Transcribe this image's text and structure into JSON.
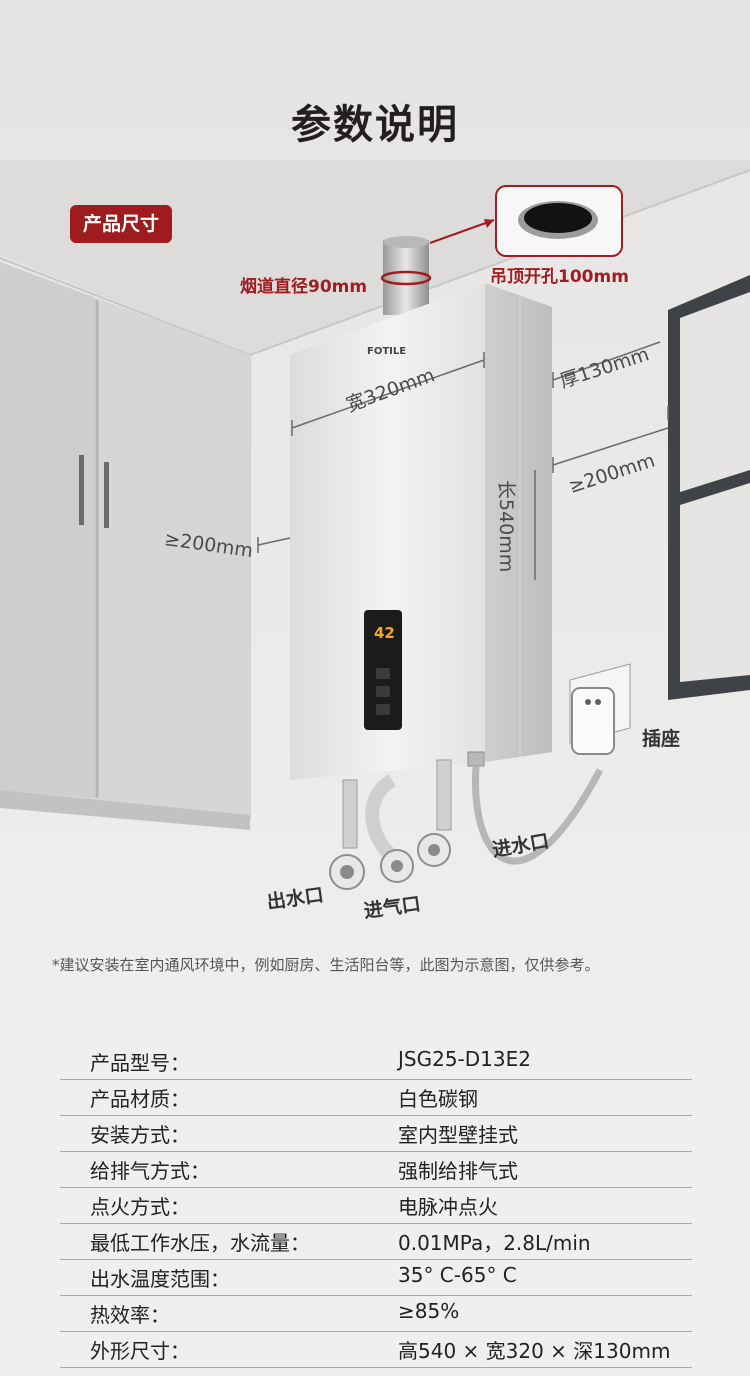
{
  "header": {
    "title": "参数说明",
    "section_badge": "产品尺寸"
  },
  "illustration": {
    "brand_logo": "FOTILE",
    "display_reading": "42",
    "flue_label": "烟道直径90mm",
    "ceiling_hole_label": "吊顶开孔100mm",
    "width_label": "宽320mm",
    "depth_label": "厚130mm",
    "length_label": "长540mm",
    "clearance_right_label": "≥200mm",
    "clearance_left_label": "≥200mm",
    "socket_label": "插座",
    "water_inlet_label": "进水口",
    "water_outlet_label": "出水口",
    "gas_inlet_label": "进气口",
    "install_note": "*建议安装在室内通风环境中，例如厨房、生活阳台等，此图为示意图，仅供参考。"
  },
  "specs": {
    "rows": [
      {
        "label": "产品型号：",
        "value": "JSG25-D13E2"
      },
      {
        "label": "产品材质：",
        "value": "白色碳钢"
      },
      {
        "label": "安装方式：",
        "value": "室内型壁挂式"
      },
      {
        "label": "给排气方式：",
        "value": "强制给排气式"
      },
      {
        "label": "点火方式：",
        "value": "电脉冲点火"
      },
      {
        "label": "最低工作水压，水流量：",
        "value": "0.01MPa，2.8L/min"
      },
      {
        "label": "出水温度范围：",
        "value": "35° C-65° C"
      },
      {
        "label": "热效率：",
        "value": "≥85%"
      },
      {
        "label": "外形尺寸：",
        "value": "高540 × 宽320 × 深130mm"
      }
    ]
  },
  "colors": {
    "accent_red": "#9e1b1e",
    "background": "#efedec",
    "heater_body": "#e9e9e9"
  }
}
